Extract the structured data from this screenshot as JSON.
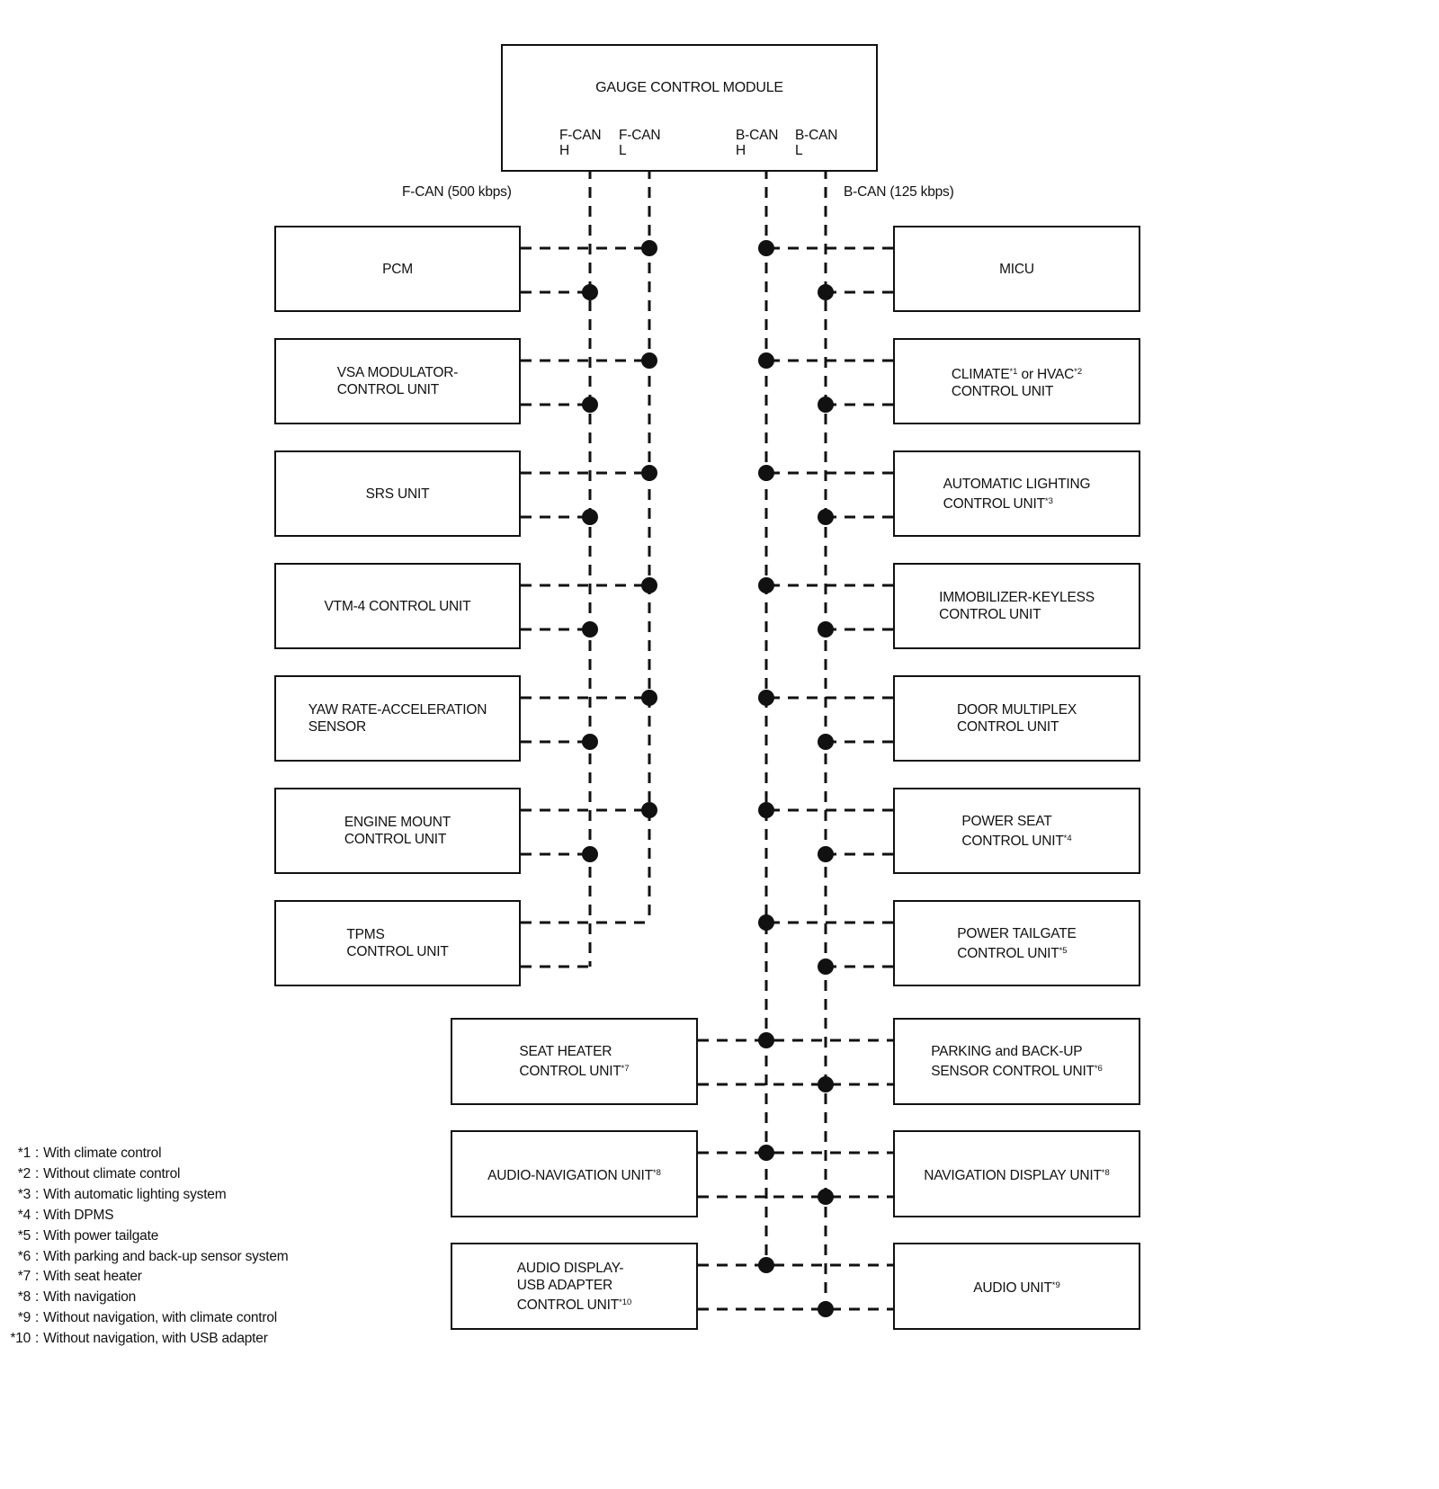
{
  "colors": {
    "ink": "#111111",
    "background": "#ffffff"
  },
  "gauge_module": {
    "title": "GAUGE CONTROL MODULE",
    "pins": [
      {
        "bus": "F-CAN",
        "wire": "H"
      },
      {
        "bus": "F-CAN",
        "wire": "L"
      },
      {
        "bus": "B-CAN",
        "wire": "H"
      },
      {
        "bus": "B-CAN",
        "wire": "L"
      }
    ]
  },
  "bus_labels": {
    "f_can": "F-CAN (500 kbps)",
    "b_can": "B-CAN (125 kbps)"
  },
  "buses": [
    "F-CAN H",
    "F-CAN L",
    "B-CAN H",
    "B-CAN L"
  ],
  "main_rows": [
    {
      "left": {
        "lines": [
          "PCM"
        ],
        "top_connect": "F-CAN L",
        "bottom_connect": "F-CAN H",
        "junction": "dot"
      },
      "right": {
        "lines": [
          "MICU"
        ],
        "top_connect": "B-CAN H",
        "bottom_connect": "B-CAN L",
        "junction": "dot"
      }
    },
    {
      "left": {
        "lines": [
          "VSA MODULATOR-",
          "CONTROL UNIT"
        ],
        "top_connect": "F-CAN L",
        "bottom_connect": "F-CAN H",
        "junction": "dot"
      },
      "right": {
        "lines": [
          "CLIMATE{*1} or HVAC{*2}",
          "CONTROL UNIT"
        ],
        "top_connect": "B-CAN H",
        "bottom_connect": "B-CAN L",
        "junction": "dot"
      }
    },
    {
      "left": {
        "lines": [
          "SRS UNIT"
        ],
        "top_connect": "F-CAN L",
        "bottom_connect": "F-CAN H",
        "junction": "dot"
      },
      "right": {
        "lines": [
          "AUTOMATIC LIGHTING",
          "CONTROL UNIT{*3}"
        ],
        "top_connect": "B-CAN H",
        "bottom_connect": "B-CAN L",
        "junction": "dot"
      }
    },
    {
      "left": {
        "lines": [
          "VTM-4 CONTROL UNIT"
        ],
        "top_connect": "F-CAN L",
        "bottom_connect": "F-CAN H",
        "junction": "dot"
      },
      "right": {
        "lines": [
          "IMMOBILIZER-KEYLESS",
          "CONTROL UNIT"
        ],
        "top_connect": "B-CAN H",
        "bottom_connect": "B-CAN L",
        "junction": "dot"
      }
    },
    {
      "left": {
        "lines": [
          "YAW RATE-ACCELERATION",
          "SENSOR"
        ],
        "top_connect": "F-CAN L",
        "bottom_connect": "F-CAN H",
        "junction": "dot"
      },
      "right": {
        "lines": [
          "DOOR MULTIPLEX",
          "CONTROL UNIT"
        ],
        "top_connect": "B-CAN H",
        "bottom_connect": "B-CAN L",
        "junction": "dot"
      }
    },
    {
      "left": {
        "lines": [
          "ENGINE MOUNT",
          "CONTROL UNIT"
        ],
        "top_connect": "F-CAN L",
        "bottom_connect": "F-CAN H",
        "junction": "dot"
      },
      "right": {
        "lines": [
          "POWER SEAT",
          "CONTROL UNIT{*4}"
        ],
        "top_connect": "B-CAN H",
        "bottom_connect": "B-CAN L",
        "junction": "dot"
      }
    },
    {
      "left": {
        "lines": [
          "TPMS",
          "CONTROL UNIT"
        ],
        "top_connect": "F-CAN L",
        "bottom_connect": "F-CAN H",
        "junction": "elbow"
      },
      "right": {
        "lines": [
          "POWER TAILGATE",
          "CONTROL UNIT{*5}"
        ],
        "top_connect": "B-CAN H",
        "bottom_connect": "B-CAN L",
        "junction": "dot"
      }
    }
  ],
  "bottom_rows": [
    {
      "left": {
        "lines": [
          "SEAT HEATER",
          "CONTROL UNIT{*7}"
        ]
      },
      "right": {
        "lines": [
          "PARKING and BACK-UP",
          "SENSOR CONTROL UNIT{*6}"
        ]
      },
      "top_connect": "B-CAN H",
      "bottom_connect": "B-CAN L",
      "junction": "dot"
    },
    {
      "left": {
        "lines": [
          "AUDIO-NAVIGATION UNIT{*8}"
        ]
      },
      "right": {
        "lines": [
          "NAVIGATION DISPLAY UNIT{*8}"
        ]
      },
      "top_connect": "B-CAN H",
      "bottom_connect": "B-CAN L",
      "junction": "dot"
    },
    {
      "left": {
        "lines": [
          "AUDIO DISPLAY-",
          "USB ADAPTER",
          "CONTROL UNIT{*10}"
        ]
      },
      "right": {
        "lines": [
          "AUDIO UNIT{*9}"
        ]
      },
      "top_connect": "B-CAN H",
      "bottom_connect": "B-CAN L",
      "junction": "dot"
    }
  ],
  "footnotes": [
    {
      "marker": "*1",
      "text": "With climate control"
    },
    {
      "marker": "*2",
      "text": "Without climate control"
    },
    {
      "marker": "*3",
      "text": "With automatic lighting system"
    },
    {
      "marker": "*4",
      "text": "With DPMS"
    },
    {
      "marker": "*5",
      "text": "With power tailgate"
    },
    {
      "marker": "*6",
      "text": "With parking and back-up sensor system"
    },
    {
      "marker": "*7",
      "text": "With seat heater"
    },
    {
      "marker": "*8",
      "text": "With navigation"
    },
    {
      "marker": "*9",
      "text": "Without navigation, with climate control"
    },
    {
      "marker": "*10",
      "text": "Without navigation, with USB adapter"
    }
  ]
}
